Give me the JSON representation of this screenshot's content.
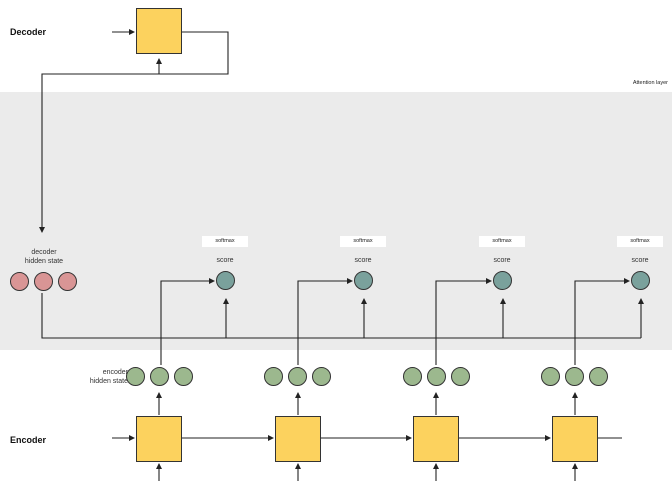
{
  "labels": {
    "decoder": "Decoder",
    "encoder": "Encoder",
    "attention_layer": "Attention layer",
    "decoder_hidden_state": "decoder\nhidden state",
    "encoder_hidden_state": "encoder\nhidden state",
    "softmax": "softmax",
    "score": "score"
  },
  "colors": {
    "cell": "#fcd25e",
    "decoder_state": "#d99595",
    "encoder_state": "#9cb88e",
    "score": "#7aa19c",
    "attention_band": "#ebebeb"
  },
  "timesteps": [
    {
      "softmax": "softmax",
      "score": "score"
    },
    {
      "softmax": "softmax",
      "score": "score"
    },
    {
      "softmax": "softmax",
      "score": "score"
    },
    {
      "softmax": "softmax",
      "score": "score"
    }
  ]
}
